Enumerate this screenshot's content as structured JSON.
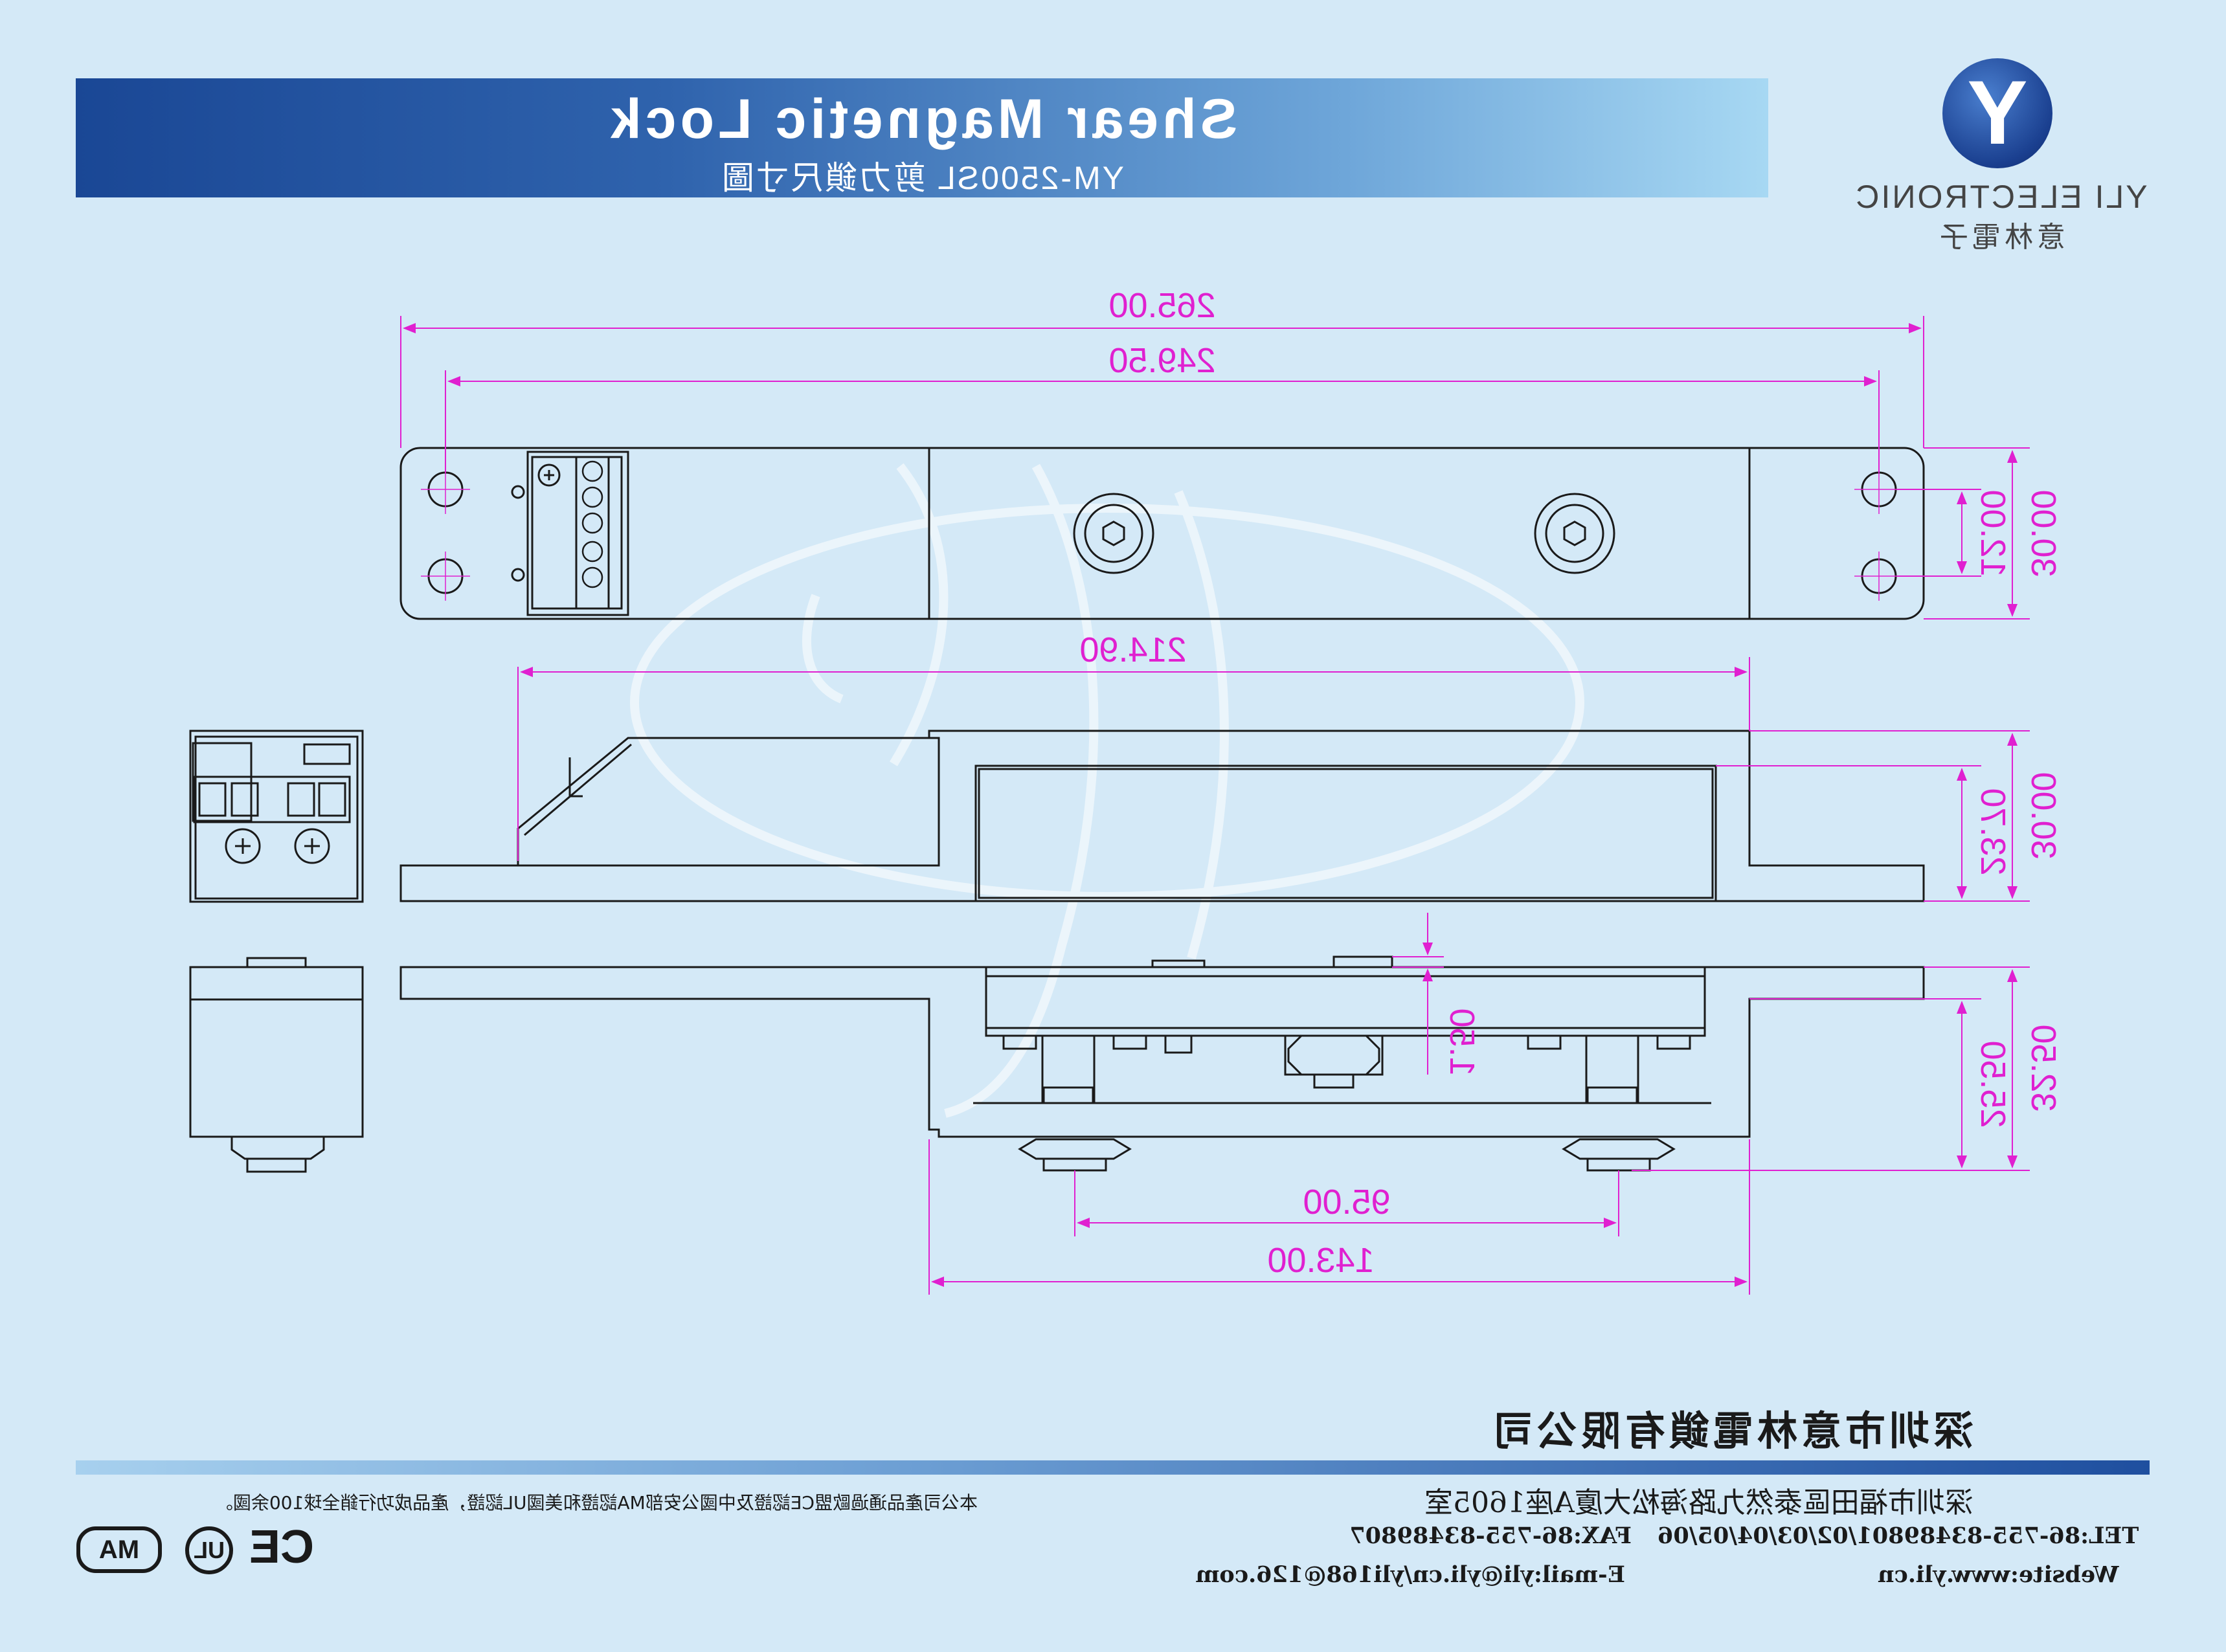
{
  "header": {
    "title": "Shear Magnetic Lock",
    "subtitle": "YM-2500SL 剪力鎖尺寸圖"
  },
  "logo": {
    "mark": "Y",
    "name_en": "YLI ELECTRONIC",
    "name_cn": "意林電子"
  },
  "dimensions": {
    "overall_length": "265.00",
    "hole_spacing": "249.50",
    "plate_height": "30.00",
    "hole_pitch": "12.00",
    "body_length": "214.90",
    "side_total": "30.00",
    "side_body": "23.70",
    "gap": "1.50",
    "armature_total": "32.50",
    "armature_body": "25.50",
    "bolt_spacing": "95.00",
    "armature_length": "143.00"
  },
  "watermark": "yli",
  "footer": {
    "company": "深圳市意林電鎖有限公司",
    "address": "深圳市福田區泰然九路海松大廈A座1605室",
    "tel": "TEL:86-755-83489801/02/03/04/05/06",
    "fax": "FAX:86-755-83489807",
    "website": "Website:www.yli.cn",
    "email": "E-mail:yli@yli.cn/yli168@126.com",
    "cert_note": "本公司產品通過歐盟CE認證及中國公安部MA認證和美國UL認證，產品成功行銷全球100余國。",
    "certs": [
      "MA",
      "UL",
      "CE"
    ]
  },
  "colors": {
    "background": "#d4e9f7",
    "dimension": "#e020d0",
    "outline": "#1a1a1a",
    "banner_start": "#1a4795",
    "banner_end": "#a7d8f3"
  }
}
